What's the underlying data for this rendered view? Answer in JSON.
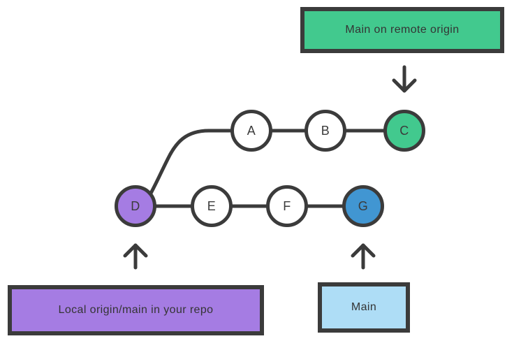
{
  "labels": {
    "remote": {
      "text": "Main on remote origin",
      "fill": "#42c98e"
    },
    "local": {
      "text": "Local origin/main in your repo",
      "fill": "#a57ce3"
    },
    "main": {
      "text": "Main",
      "fill": "#aeddf6"
    }
  },
  "colors": {
    "stroke": "#3b3b3b",
    "remote_green": "#42c98e",
    "local_purple": "#a57ce3",
    "head_blue": "#4196d2",
    "label_light_blue": "#aeddf6",
    "background": "#ffffff",
    "commit_default": "#ffffff"
  },
  "commits": {
    "remote_branch": [
      {
        "id": "A",
        "fill": "#ffffff"
      },
      {
        "id": "B",
        "fill": "#ffffff"
      },
      {
        "id": "C",
        "fill": "#42c98e"
      }
    ],
    "local_branch": [
      {
        "id": "D",
        "fill": "#a57ce3"
      },
      {
        "id": "E",
        "fill": "#ffffff"
      },
      {
        "id": "F",
        "fill": "#ffffff"
      },
      {
        "id": "G",
        "fill": "#4196d2"
      }
    ]
  }
}
